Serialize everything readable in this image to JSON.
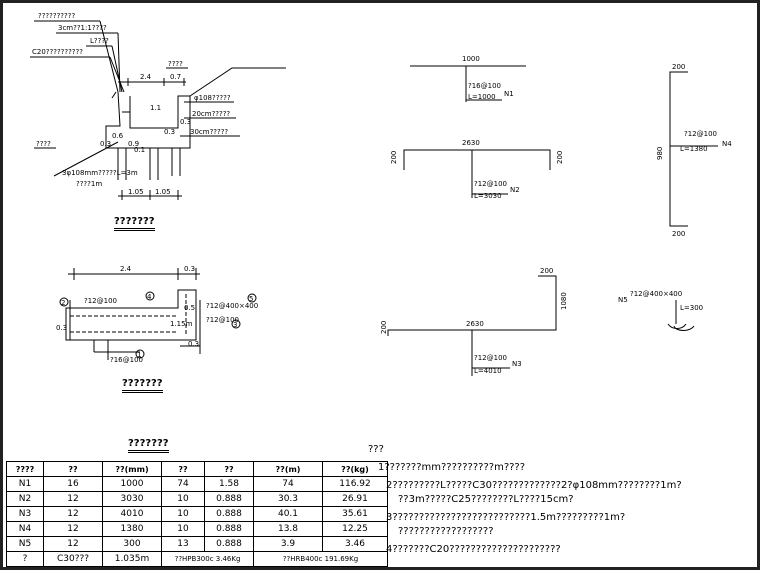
{
  "section": {
    "callouts": [
      "??????????",
      "3cm??1:1????",
      "L????",
      "C20??????????"
    ],
    "road_label": "????",
    "dim_top": [
      "2.4",
      "0.7"
    ],
    "rebar_labels": [
      "φ108?????",
      "20cm?????",
      "30cm?????"
    ],
    "left_label": "????",
    "pile_label": "3φ108mm?????L=3m",
    "pile_note": "????1m",
    "mini_dims": [
      "0.6",
      "0.9",
      "0.3",
      "1.1",
      "0.3",
      "0.3",
      "0.1"
    ],
    "bottom_dims": [
      "1.05",
      "1.05"
    ],
    "title": "???????"
  },
  "plan": {
    "dim_top": [
      "2.4",
      "0.3"
    ],
    "labels": [
      "?12@100",
      "?12@400×400",
      "?12@100",
      "?16@100"
    ],
    "side_dims": [
      "0.3",
      "0.5",
      "1.15m",
      "0.3"
    ],
    "markers": [
      "4",
      "5",
      "3",
      "1",
      "2"
    ],
    "title": "???????"
  },
  "rebars": {
    "n1": {
      "top": "1000",
      "label": "?16@100",
      "len": "L=1000",
      "id": "N1"
    },
    "n2": {
      "top": "2630",
      "left": "200",
      "right": "200",
      "label": "?12@100",
      "len": "L=3030",
      "id": "N2"
    },
    "n4": {
      "top": "200",
      "side": "980",
      "bottom": "200",
      "label": "?12@100",
      "len": "L=1380",
      "id": "N4"
    },
    "n3": {
      "top": "200",
      "side": "1080",
      "left": "200",
      "bottom": "2630",
      "label": "?12@100",
      "len": "L=4010",
      "id": "N3"
    },
    "n5": {
      "id": "N5",
      "label": "?12@400×400",
      "len": "L=300"
    }
  },
  "table": {
    "title": "???????",
    "headers": [
      "????",
      "??",
      "??(mm)",
      "??",
      "??",
      "??(m)",
      "??(kg)"
    ],
    "rows": [
      [
        "N1",
        "16",
        "1000",
        "74",
        "1.58",
        "74",
        "116.92"
      ],
      [
        "N2",
        "12",
        "3030",
        "10",
        "0.888",
        "30.3",
        "26.91"
      ],
      [
        "N3",
        "12",
        "4010",
        "10",
        "0.888",
        "40.1",
        "35.61"
      ],
      [
        "N4",
        "12",
        "1380",
        "10",
        "0.888",
        "13.8",
        "12.25"
      ],
      [
        "N5",
        "12",
        "300",
        "13",
        "0.888",
        "3.9",
        "3.46"
      ]
    ],
    "footer": [
      "?",
      "C30???",
      "1.035m",
      "??HPB300c 3.46Kg",
      "??HRB400c 191.69Kg"
    ]
  },
  "notes": {
    "title": "???",
    "lines": [
      "1???????mm??????????m????",
      "2?????????L?????C30?????????????2?φ108mm????????1m?",
      "??3m?????C25????????L????15cm?",
      "3??????????????????????????1.5m?????????1m?",
      "??????????????????",
      "4???????C20?????????????????????"
    ]
  }
}
